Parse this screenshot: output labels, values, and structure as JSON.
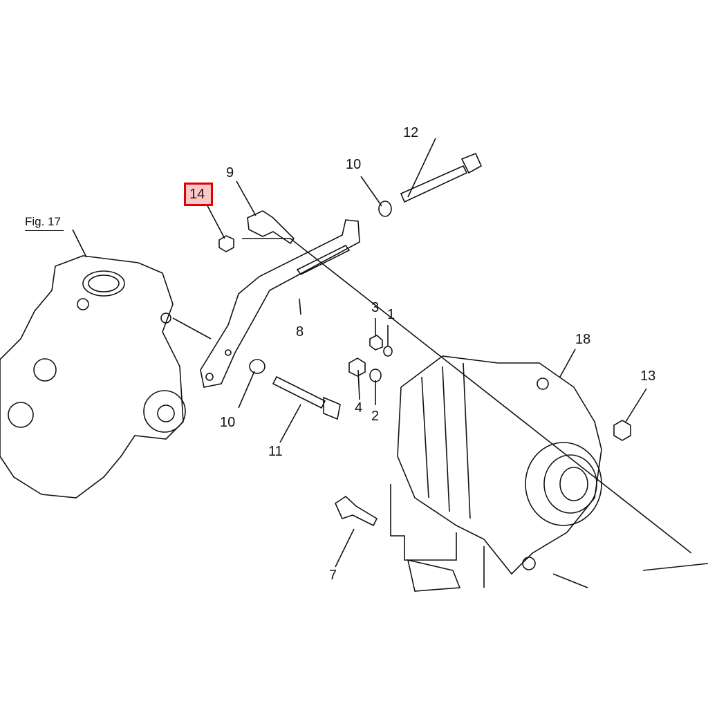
{
  "figure_ref": "Fig. 17",
  "highlighted_part": "14",
  "highlight_color": "#e00000",
  "callouts": [
    "1",
    "2",
    "3",
    "4",
    "7",
    "8",
    "9",
    "10",
    "10",
    "11",
    "12",
    "13",
    "18"
  ]
}
